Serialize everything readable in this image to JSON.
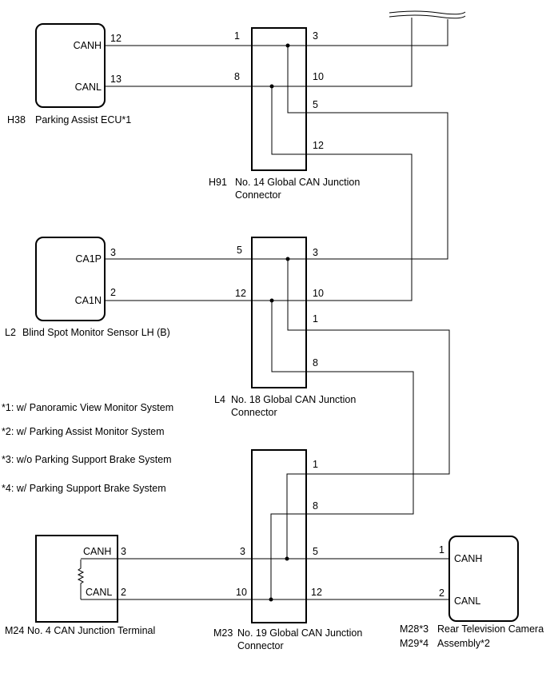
{
  "components": {
    "h38": {
      "code": "H38",
      "name": "Parking Assist ECU*1",
      "pins": [
        {
          "label": "CANH",
          "num": "12"
        },
        {
          "label": "CANL",
          "num": "13"
        }
      ]
    },
    "h91": {
      "code": "H91",
      "name_line1": "No. 14 Global CAN Junction",
      "name_line2": "Connector",
      "pins_left": [
        "1",
        "8"
      ],
      "pins_right": [
        "3",
        "10",
        "5",
        "12"
      ]
    },
    "l2": {
      "code": "L2",
      "name": "Blind Spot Monitor Sensor LH (B)",
      "pins": [
        {
          "label": "CA1P",
          "num": "3"
        },
        {
          "label": "CA1N",
          "num": "2"
        }
      ]
    },
    "l4": {
      "code": "L4",
      "name_line1": "No. 18 Global CAN Junction",
      "name_line2": "Connector",
      "pins_left": [
        "5",
        "12"
      ],
      "pins_right": [
        "3",
        "10",
        "1",
        "8"
      ]
    },
    "m23": {
      "code": "M23",
      "name_line1": "No. 19 Global CAN Junction",
      "name_line2": "Connector",
      "pins_left": [
        "3",
        "10"
      ],
      "pins_right": [
        "1",
        "8",
        "5",
        "12"
      ]
    },
    "m24": {
      "code": "M24",
      "name": "No. 4 CAN Junction Terminal",
      "pins": [
        {
          "label": "CANH",
          "num": "3"
        },
        {
          "label": "CANL",
          "num": "2"
        }
      ]
    },
    "m28": {
      "code1": "M28*3",
      "code2": "M29*4",
      "name_line1": "Rear Television Camera",
      "name_line2": "Assembly*2",
      "pins": [
        {
          "label": "CANH",
          "num": "1"
        },
        {
          "label": "CANL",
          "num": "2"
        }
      ]
    }
  },
  "notes": [
    "*1: w/ Panoramic View Monitor System",
    "*2: w/ Parking Assist Monitor System",
    "*3: w/o Parking Support Brake System",
    "*4: w/ Parking Support Brake System"
  ]
}
